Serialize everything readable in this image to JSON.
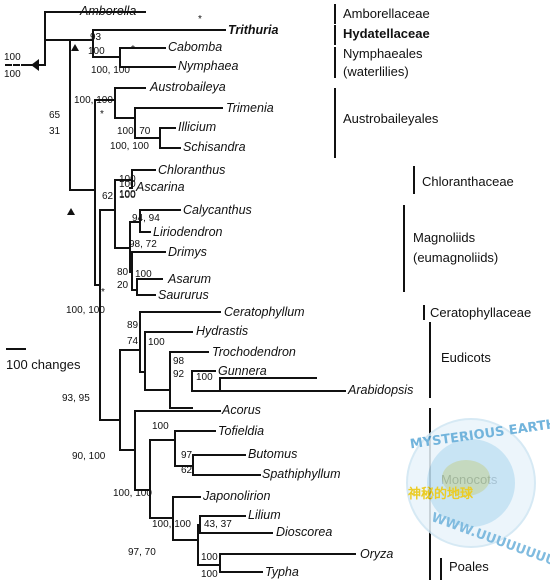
{
  "taxa": [
    {
      "name": "Amborella",
      "bold": false
    },
    {
      "name": "Trithuria",
      "bold": true
    },
    {
      "name": "Cabomba",
      "bold": false
    },
    {
      "name": "Nymphaea",
      "bold": false
    },
    {
      "name": "Austrobaileya",
      "bold": false
    },
    {
      "name": "Trimenia",
      "bold": false
    },
    {
      "name": "Illicium",
      "bold": false
    },
    {
      "name": "Schisandra",
      "bold": false
    },
    {
      "name": "Chloranthus",
      "bold": false
    },
    {
      "name": "Ascarina",
      "bold": false
    },
    {
      "name": "Calycanthus",
      "bold": false
    },
    {
      "name": "Liriodendron",
      "bold": false
    },
    {
      "name": "Drimys",
      "bold": false
    },
    {
      "name": "Asarum",
      "bold": false
    },
    {
      "name": "Saururus",
      "bold": false
    },
    {
      "name": "Ceratophyllum",
      "bold": false
    },
    {
      "name": "Hydrastis",
      "bold": false
    },
    {
      "name": "Trochodendron",
      "bold": false
    },
    {
      "name": "Gunnera",
      "bold": false
    },
    {
      "name": "Arabidopsis",
      "bold": false
    },
    {
      "name": "Acorus",
      "bold": false
    },
    {
      "name": "Tofieldia",
      "bold": false
    },
    {
      "name": "Butomus",
      "bold": false
    },
    {
      "name": "Spathiphyllum",
      "bold": false
    },
    {
      "name": "Japonolirion",
      "bold": false
    },
    {
      "name": "Lilium",
      "bold": false
    },
    {
      "name": "Dioscorea",
      "bold": false
    },
    {
      "name": "Oryza",
      "bold": false
    },
    {
      "name": "Typha",
      "bold": false
    }
  ],
  "support_values": [
    {
      "text": "100"
    },
    {
      "text": "100"
    },
    {
      "text": "65"
    },
    {
      "text": "31"
    },
    {
      "text": "93"
    },
    {
      "text": "100"
    },
    {
      "text": "*"
    },
    {
      "text": "*"
    },
    {
      "text": "100, 100"
    },
    {
      "text": "100, 100"
    },
    {
      "text": "*"
    },
    {
      "text": "100, 70"
    },
    {
      "text": "100, 100"
    },
    {
      "text": "100"
    },
    {
      "text": "100"
    },
    {
      "text": "62"
    },
    {
      "text": "100"
    },
    {
      "text": "100"
    },
    {
      "text": "94, 94"
    },
    {
      "text": "98, 72"
    },
    {
      "text": "80"
    },
    {
      "text": "20"
    },
    {
      "text": "100"
    },
    {
      "text": "*"
    },
    {
      "text": "100, 100"
    },
    {
      "text": "89"
    },
    {
      "text": "74"
    },
    {
      "text": "100"
    },
    {
      "text": "98"
    },
    {
      "text": "92"
    },
    {
      "text": "100"
    },
    {
      "text": "93, 95"
    },
    {
      "text": "90, 100"
    },
    {
      "text": "100"
    },
    {
      "text": "97"
    },
    {
      "text": "62"
    },
    {
      "text": "100, 100"
    },
    {
      "text": "43, 37"
    },
    {
      "text": "100, 100"
    },
    {
      "text": "97, 70"
    },
    {
      "text": "100"
    },
    {
      "text": "100"
    }
  ],
  "groups": [
    {
      "label": "Amborellaceae",
      "bold": false
    },
    {
      "label": "Hydatellaceae",
      "bold": true
    },
    {
      "label": "Nymphaeales",
      "bold": false
    },
    {
      "label": "(waterlilies)",
      "bold": false
    },
    {
      "label": "Austrobaileyales",
      "bold": false
    },
    {
      "label": "Chloranthaceae",
      "bold": false
    },
    {
      "label": "Magnoliids",
      "bold": false
    },
    {
      "label": "(eumagnoliids)",
      "bold": false
    },
    {
      "label": "Ceratophyllaceae",
      "bold": false
    },
    {
      "label": "Eudicots",
      "bold": false
    },
    {
      "label": "Monocots",
      "bold": false
    },
    {
      "label": "Poales",
      "bold": false
    }
  ],
  "scale_bar": {
    "label": "100 changes"
  },
  "watermark": {
    "top": "MYSTERIOUS EARTH",
    "middle": "神秘的地球",
    "bottom": "WWW.UUUUUUUUX.CN"
  }
}
